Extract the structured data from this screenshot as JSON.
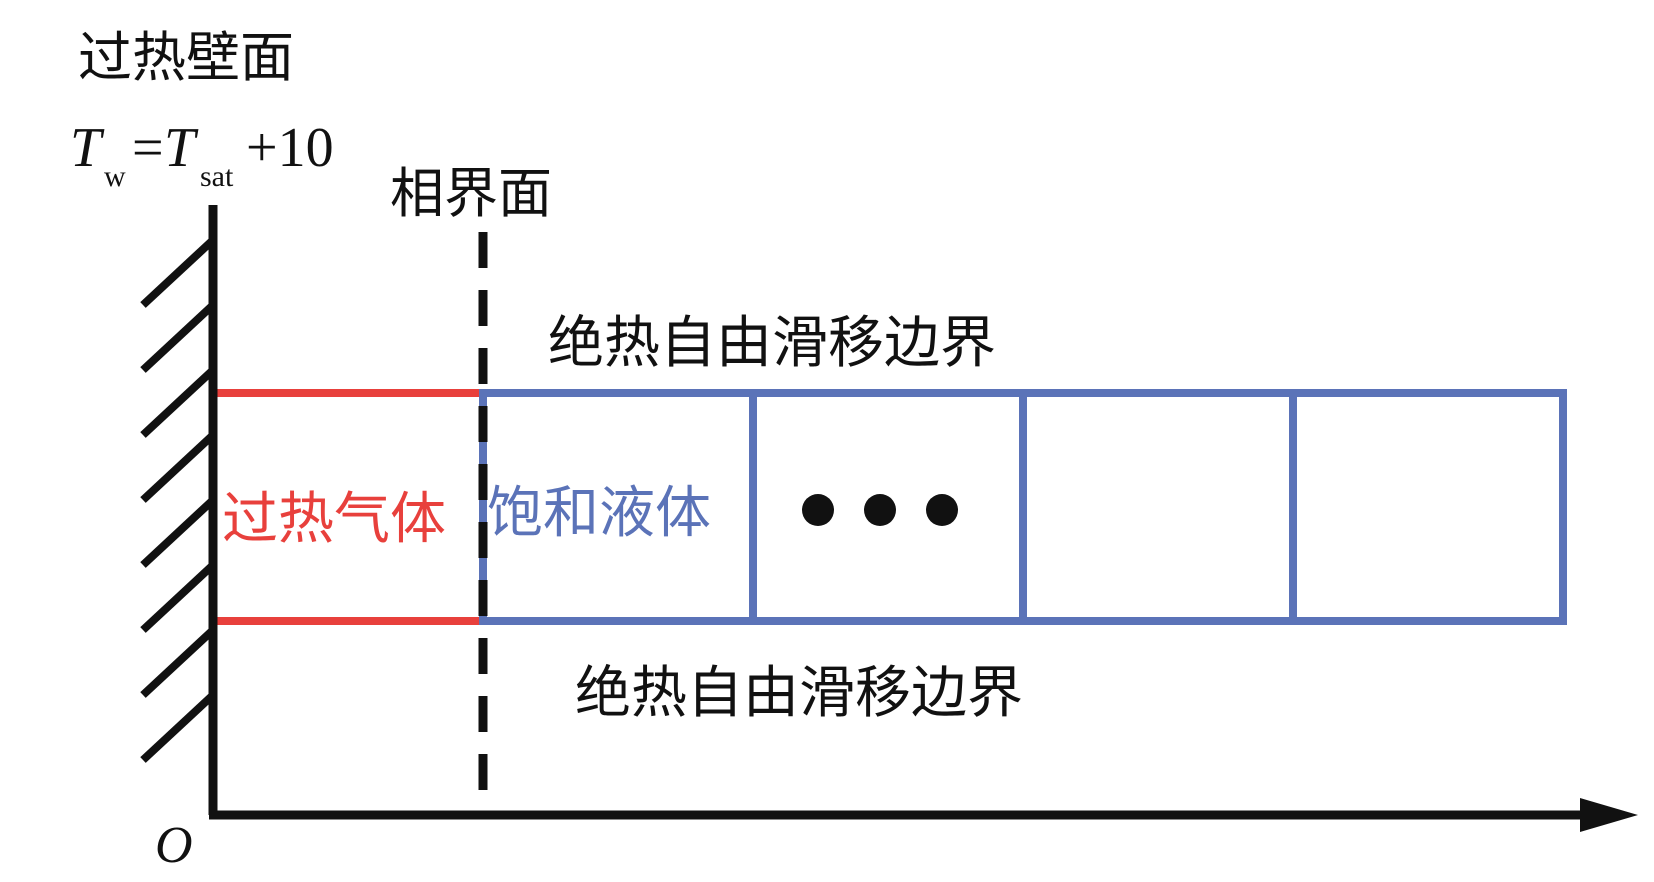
{
  "labels": {
    "wall_title": "过热壁面",
    "wall_condition": {
      "T1": "T",
      "sub1": "w",
      "eq": "=",
      "T2": "T",
      "sub2": "sat",
      "tail": "+10"
    },
    "interface": "相界面",
    "top_boundary": "绝热自由滑移边界",
    "bottom_boundary": "绝热自由滑移边界",
    "vapor_region": "过热气体",
    "liquid_region": "饱和液体",
    "origin": "O"
  },
  "colors": {
    "vapor": "#e8403c",
    "liquid": "#5b73b8",
    "ink": "#111111"
  }
}
